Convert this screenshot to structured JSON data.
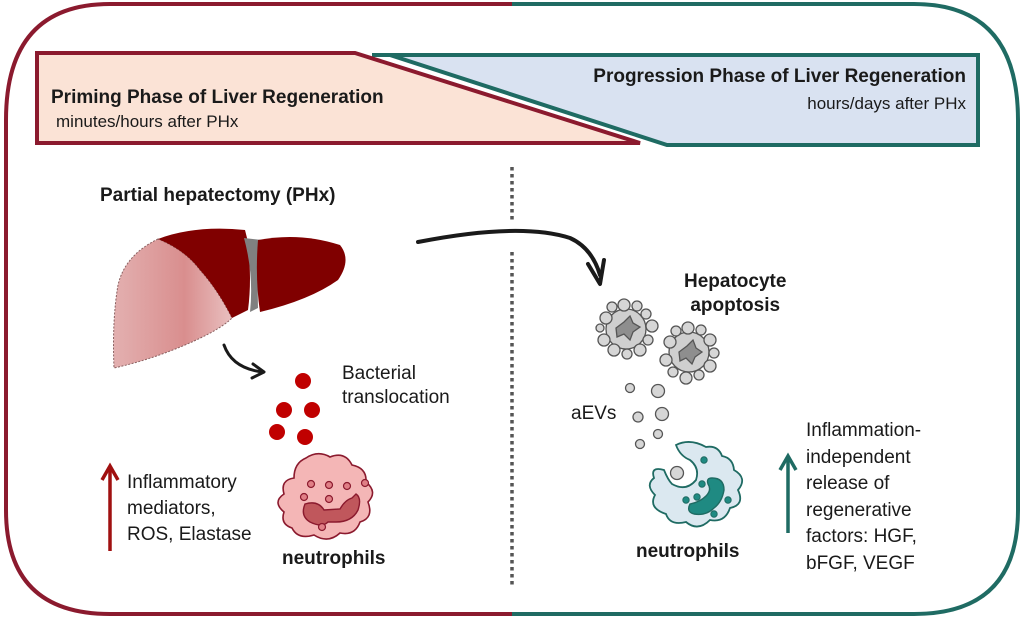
{
  "colors": {
    "priming_accent": "#8b1a2e",
    "progression_accent": "#1f6b63",
    "priming_fill": "#fbe3d6",
    "progression_fill": "#d9e2f1",
    "liver_dark": "#800000",
    "liver_resected": "#d99a9a",
    "bacteria": "#c00000",
    "neutrophil_left_fill": "#f4b6b6",
    "neutrophil_right_fill": "#dbe8f0",
    "apoptotic_gray": "#c8c8c8",
    "arrow_black": "#1a1a1a"
  },
  "header": {
    "priming": {
      "title": "Priming Phase of Liver Regeneration",
      "subtitle": "minutes/hours after PHx"
    },
    "progression": {
      "title": "Progression Phase of Liver Regeneration",
      "subtitle": "hours/days after PHx"
    }
  },
  "left_panel": {
    "procedure_label": "Partial hepatectomy (PHx)",
    "bacteria_label_line1": "Bacterial",
    "bacteria_label_line2": "translocation",
    "effect_direction": "up",
    "effect_lines": [
      "Inflammatory",
      "mediators,",
      "ROS, Elastase"
    ],
    "cell_label": "neutrophils"
  },
  "right_panel": {
    "event_label_line1": "Hepatocyte",
    "event_label_line2": "apoptosis",
    "vesicle_label": "aEVs",
    "effect_direction": "up",
    "effect_lines": [
      "Inflammation-",
      "independent",
      "release of",
      "regenerative",
      "factors: HGF,",
      "bFGF, VEGF"
    ],
    "cell_label": "neutrophils"
  }
}
